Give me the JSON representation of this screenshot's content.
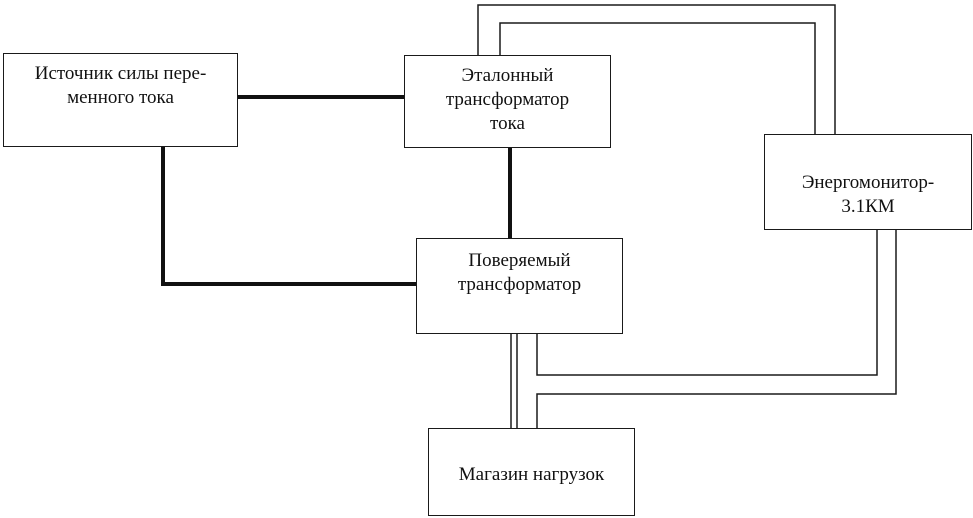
{
  "diagram": {
    "nodes": {
      "source": {
        "lines": [
          "Источник силы пере-",
          "менного тока"
        ]
      },
      "reference": {
        "lines": [
          "Эталонный",
          "трансформатор",
          "тока"
        ]
      },
      "energomonitor": {
        "lines": [
          "Энергомонитор-",
          "3.1КМ"
        ]
      },
      "tested": {
        "lines": [
          "Поверяемый",
          "трансформатор"
        ]
      },
      "load_box": {
        "lines": [
          "Магазин нагрузок"
        ]
      }
    },
    "edges": [
      {
        "from": "source",
        "to": "reference",
        "style": "thick"
      },
      {
        "from": "source",
        "to": "tested",
        "style": "thick"
      },
      {
        "from": "reference",
        "to": "tested",
        "style": "thick"
      },
      {
        "from": "reference",
        "to": "energomonitor",
        "style": "double"
      },
      {
        "from": "tested",
        "to": "energomonitor",
        "style": "double"
      },
      {
        "from": "tested",
        "to": "load_box",
        "style": "double"
      },
      {
        "from": "load_box",
        "to": "energomonitor",
        "style": "double"
      }
    ]
  }
}
